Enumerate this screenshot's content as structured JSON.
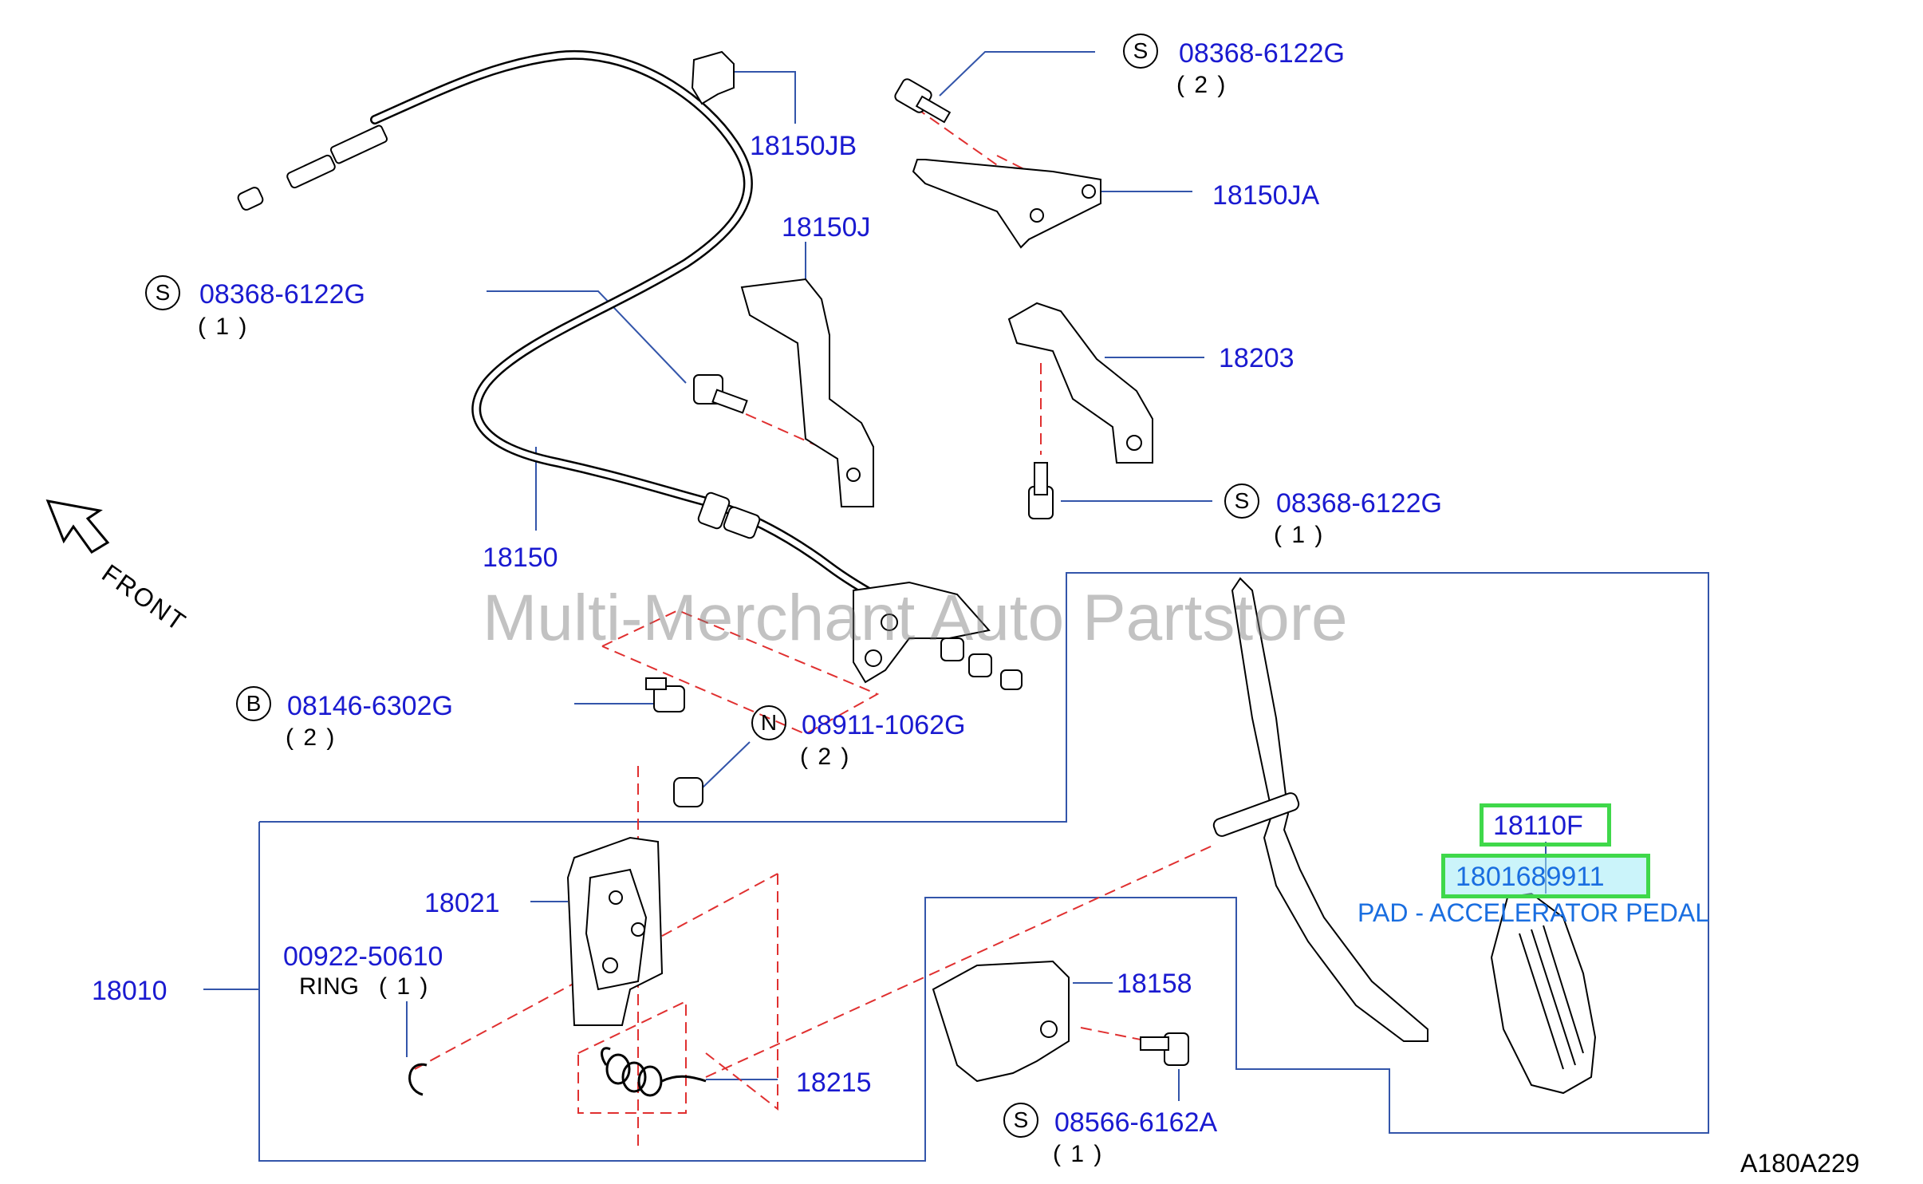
{
  "labels": {
    "p18150JB": "18150JB",
    "p18150JA": "18150JA",
    "p18150J": "18150J",
    "p18203": "18203",
    "p18150": "18150",
    "p18021": "18021",
    "p18010": "18010",
    "p18158": "18158",
    "p18215": "18215",
    "p18110F": "18110F",
    "p1801689911": "1801689911",
    "pad_desc": "PAD - ACCELERATOR PEDAL",
    "ring_pn": "00922-50610",
    "ring_txt": "RING",
    "ring_qty": "( 1 )",
    "s1_pn": "08368-6122G",
    "s1_qty": "( 2 )",
    "s2_pn": "08368-6122G",
    "s2_qty": "( 1 )",
    "s3_pn": "08368-6122G",
    "s3_qty": "( 1 )",
    "b_pn": "08146-6302G",
    "b_qty": "( 2 )",
    "n_pn": "08911-1062G",
    "n_qty": "( 2 )",
    "s4_pn": "08566-6162A",
    "s4_qty": "( 1 )",
    "sym_s": "S",
    "sym_b": "B",
    "sym_n": "N",
    "front": "FRONT",
    "diagram_code": "A180A229"
  },
  "watermark": "Multi-Merchant Auto Partstore",
  "colors": {
    "part_number": "#1a1ad0",
    "leader": "#3355aa",
    "dashed": "#e03030",
    "highlight": "#3fd84a",
    "description": "#1a6ee0"
  }
}
